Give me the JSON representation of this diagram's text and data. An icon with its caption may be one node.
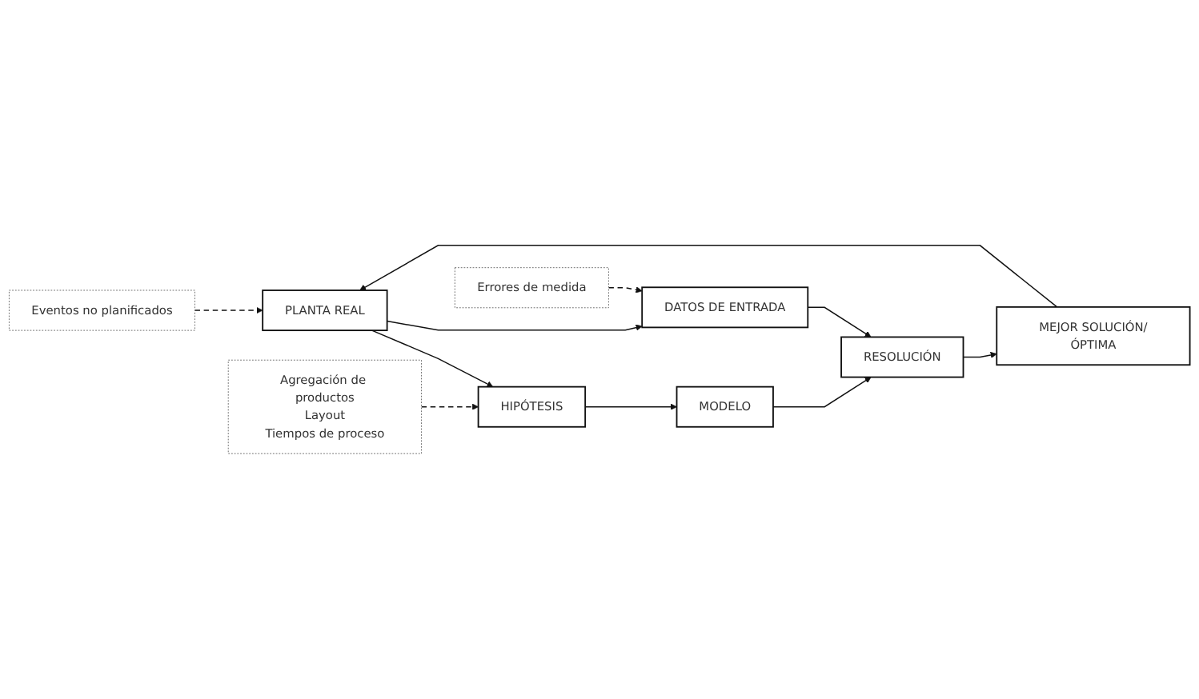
{
  "diagram": {
    "nodes": [
      {
        "text": [
          "Eventos no planificados"
        ]
      },
      {
        "text": [
          "MEJOR SOLUCIÓN/ÓPTIMA"
        ]
      },
      {
        "text": [
          "PLANTA REAL"
        ]
      },
      {
        "text": [
          "HIPÓTESIS"
        ]
      },
      {
        "text": [
          "MODELO"
        ]
      },
      {
        "text": [
          "RESOLUCIÓN"
        ]
      },
      {
        "text": [
          "Agregación de productos",
          "Layout",
          "Tiempos de proceso"
        ]
      },
      {
        "text": [
          "DATOS DE ENTRADA"
        ]
      },
      {
        "text": [
          "Errores de medida"
        ]
      }
    ],
    "edges": [
      {
        "from": 0,
        "to": 2,
        "arrow": "to",
        "style": "dashed"
      },
      {
        "from": 1,
        "to": 2,
        "arrow": "to"
      },
      {
        "from": 2,
        "to": 3,
        "arrow": "to"
      },
      {
        "from": 3,
        "to": 4,
        "arrow": "to"
      },
      {
        "from": 4,
        "to": 5,
        "arrow": "to"
      },
      {
        "from": 5,
        "to": 1,
        "arrow": "to"
      },
      {
        "from": 6,
        "to": 3,
        "arrow": "to",
        "style": "dashed"
      },
      {
        "from": 2,
        "to": 7,
        "arrow": "to"
      },
      {
        "from": 7,
        "to": 5,
        "arrow": "to"
      },
      {
        "from": 8,
        "to": 7,
        "arrow": "to",
        "style": "dashed"
      }
    ]
  }
}
